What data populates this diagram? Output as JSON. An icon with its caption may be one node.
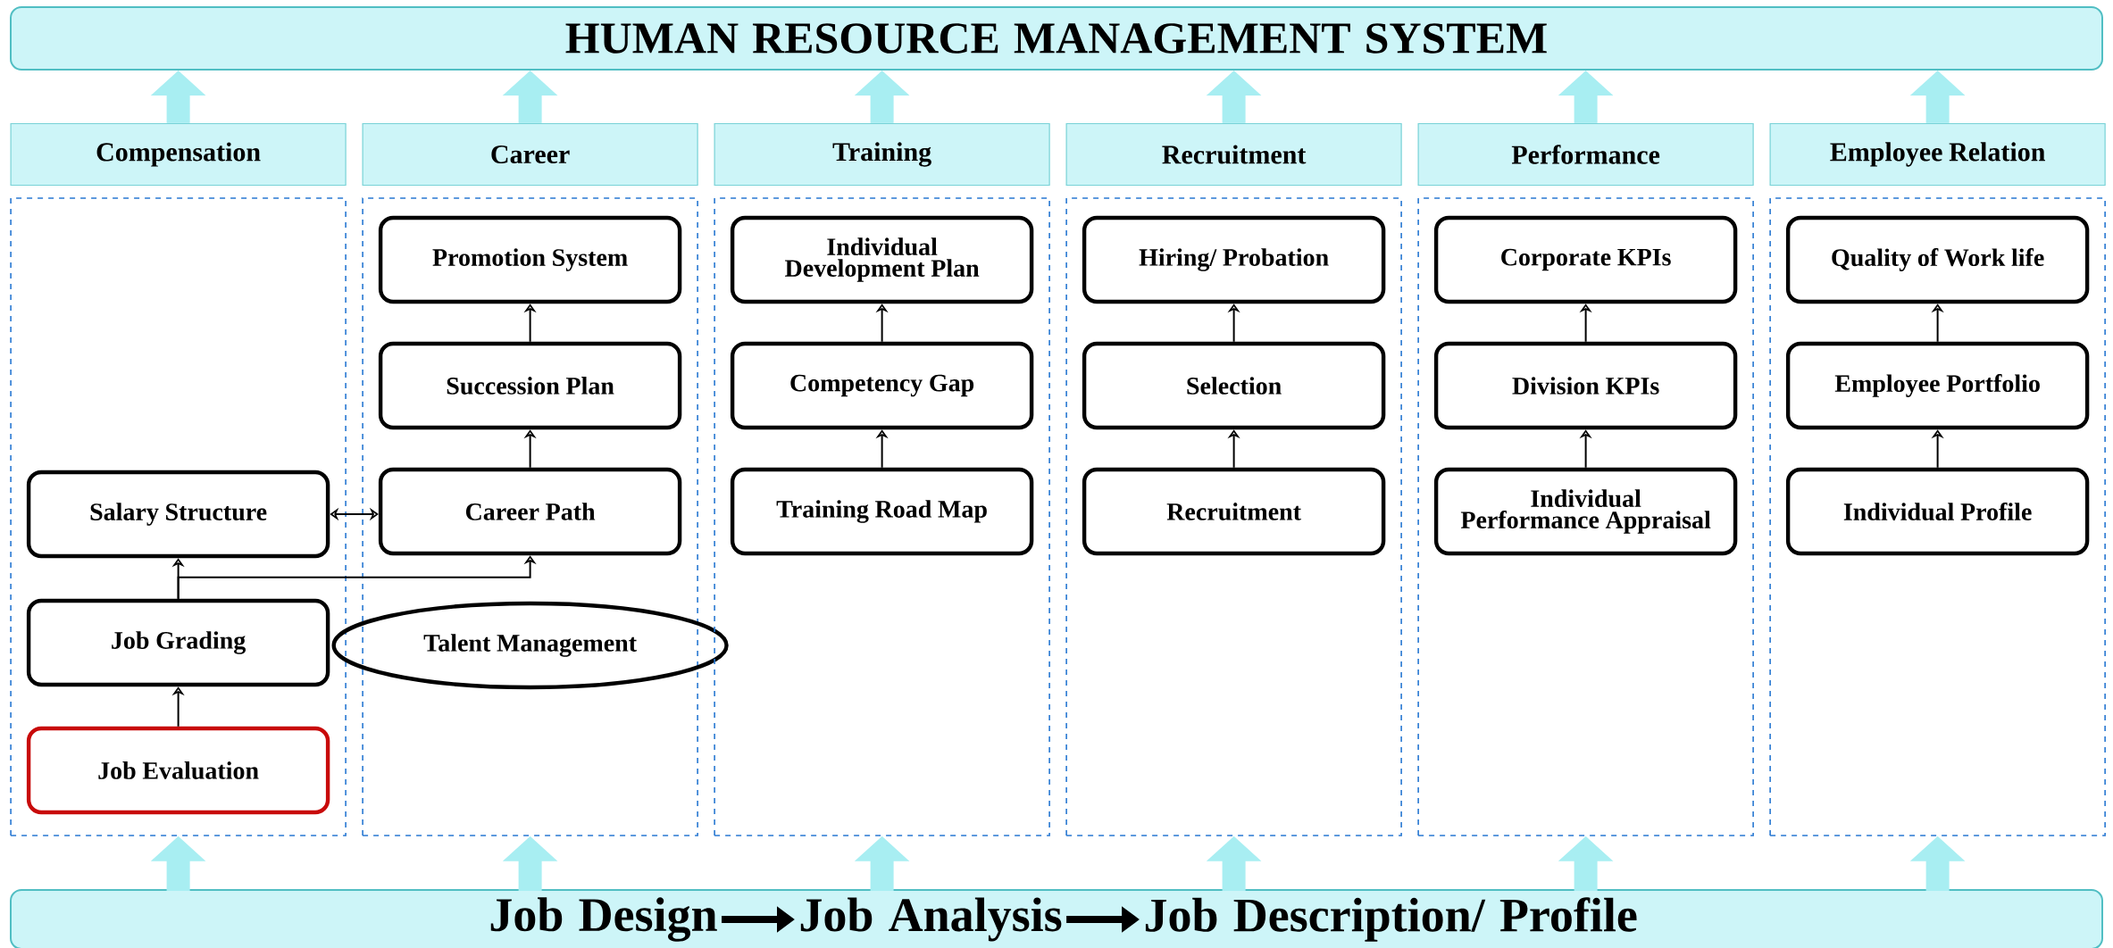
{
  "diagram": {
    "nodes": [
      {
        "text": [
          "HUMAN RESOURCE MANAGEMENT SYSTEM"
        ]
      },
      {
        "text": [
          "Compensation"
        ]
      },
      {
        "text": [
          "Career"
        ]
      },
      {
        "text": [
          "Training"
        ]
      },
      {
        "text": [
          "Recruitment"
        ]
      },
      {
        "text": [
          "Performance"
        ]
      },
      {
        "text": [
          "Employee Relation"
        ]
      },
      {
        "text": [],
        "shape": "box"
      },
      {
        "text": [
          "Salary Structure"
        ],
        "in": 7
      },
      {
        "text": [
          "Job Grading"
        ],
        "in": 7
      },
      {
        "text": [
          "Job Evaluation"
        ],
        "in": 7
      },
      {
        "text": [],
        "shape": "box"
      },
      {
        "text": [
          "Promotion System"
        ],
        "in": 11
      },
      {
        "text": [
          "Succession Plan"
        ],
        "in": 11
      },
      {
        "text": [
          "Career Path"
        ],
        "in": 11
      },
      {
        "text": [
          "Talent Management"
        ],
        "in": 11
      },
      {
        "text": [],
        "shape": "box"
      },
      {
        "text": [
          "Individual Development Plan"
        ],
        "in": 16
      },
      {
        "text": [
          "Competency Gap"
        ],
        "in": 16
      },
      {
        "text": [
          "Training Road Map"
        ],
        "in": 16
      },
      {
        "text": [],
        "shape": "box"
      },
      {
        "text": [
          "Hiring/ Probation"
        ],
        "in": 20
      },
      {
        "text": [
          "Selection"
        ],
        "in": 20
      },
      {
        "text": [
          "Recruitment"
        ],
        "in": 20
      },
      {
        "text": [],
        "shape": "box"
      },
      {
        "text": [
          "Corporate KPIs"
        ],
        "in": 24
      },
      {
        "text": [
          "Division KPIs"
        ],
        "in": 24
      },
      {
        "text": [
          "Individual Performance Appraisal"
        ],
        "in": 24
      },
      {
        "text": [],
        "shape": "box"
      },
      {
        "text": [
          "Quality of Work life"
        ],
        "in": 28
      },
      {
        "text": [
          "Employee Portfolio"
        ],
        "in": 28
      },
      {
        "text": [
          "Individual Profile"
        ],
        "in": 28
      },
      {
        "text": [],
        "shape": "box"
      },
      {
        "text": [
          "Job Design"
        ],
        "in": 32
      },
      {
        "text": [
          "Job Analysis"
        ],
        "in": 32
      },
      {
        "text": [
          "Job Description/ Profile"
        ],
        "in": 32
      }
    ],
    "edges": [
      {
        "from": 1,
        "to": 0,
        "arrow": "to",
        "style": "thick",
        "color": "#a8eef2"
      },
      {
        "from": 2,
        "to": 0,
        "arrow": "to",
        "style": "thick",
        "color": "#a8eef2"
      },
      {
        "from": 3,
        "to": 0,
        "arrow": "to",
        "style": "thick",
        "color": "#a8eef2"
      },
      {
        "from": 4,
        "to": 0,
        "arrow": "to",
        "style": "thick",
        "color": "#a8eef2"
      },
      {
        "from": 5,
        "to": 0,
        "arrow": "to",
        "style": "thick",
        "color": "#a8eef2"
      },
      {
        "from": 6,
        "to": 0,
        "arrow": "to",
        "style": "thick",
        "color": "#a8eef2"
      },
      {
        "from": 32,
        "to": 7,
        "arrow": "to",
        "style": "thick",
        "color": "#a8eef2"
      },
      {
        "from": 32,
        "to": 11,
        "arrow": "to",
        "style": "thick",
        "color": "#a8eef2"
      },
      {
        "from": 32,
        "to": 16,
        "arrow": "to",
        "style": "thick",
        "color": "#a8eef2"
      },
      {
        "from": 32,
        "to": 20,
        "arrow": "to",
        "style": "thick",
        "color": "#a8eef2"
      },
      {
        "from": 32,
        "to": 24,
        "arrow": "to",
        "style": "thick",
        "color": "#a8eef2"
      },
      {
        "from": 32,
        "to": 28,
        "arrow": "to",
        "style": "thick",
        "color": "#a8eef2"
      },
      {
        "from": 10,
        "to": 9,
        "arrow": "to"
      },
      {
        "from": 9,
        "to": 8,
        "arrow": "to"
      },
      {
        "from": 8,
        "to": 14,
        "arrow": "both"
      },
      {
        "from": 9,
        "to": 14,
        "arrow": "to"
      },
      {
        "from": 14,
        "to": 13,
        "arrow": "to"
      },
      {
        "from": 13,
        "to": 12,
        "arrow": "to"
      },
      {
        "from": 19,
        "to": 18,
        "arrow": "to"
      },
      {
        "from": 18,
        "to": 17,
        "arrow": "to"
      },
      {
        "from": 23,
        "to": 22,
        "arrow": "to"
      },
      {
        "from": 22,
        "to": 21,
        "arrow": "to"
      },
      {
        "from": 27,
        "to": 26,
        "arrow": "to"
      },
      {
        "from": 26,
        "to": 25,
        "arrow": "to"
      },
      {
        "from": 31,
        "to": 30,
        "arrow": "to"
      },
      {
        "from": 30,
        "to": 29,
        "arrow": "to"
      },
      {
        "from": 33,
        "to": 34,
        "arrow": "to",
        "style": "thick"
      },
      {
        "from": 34,
        "to": 35,
        "arrow": "to",
        "style": "thick"
      }
    ]
  }
}
